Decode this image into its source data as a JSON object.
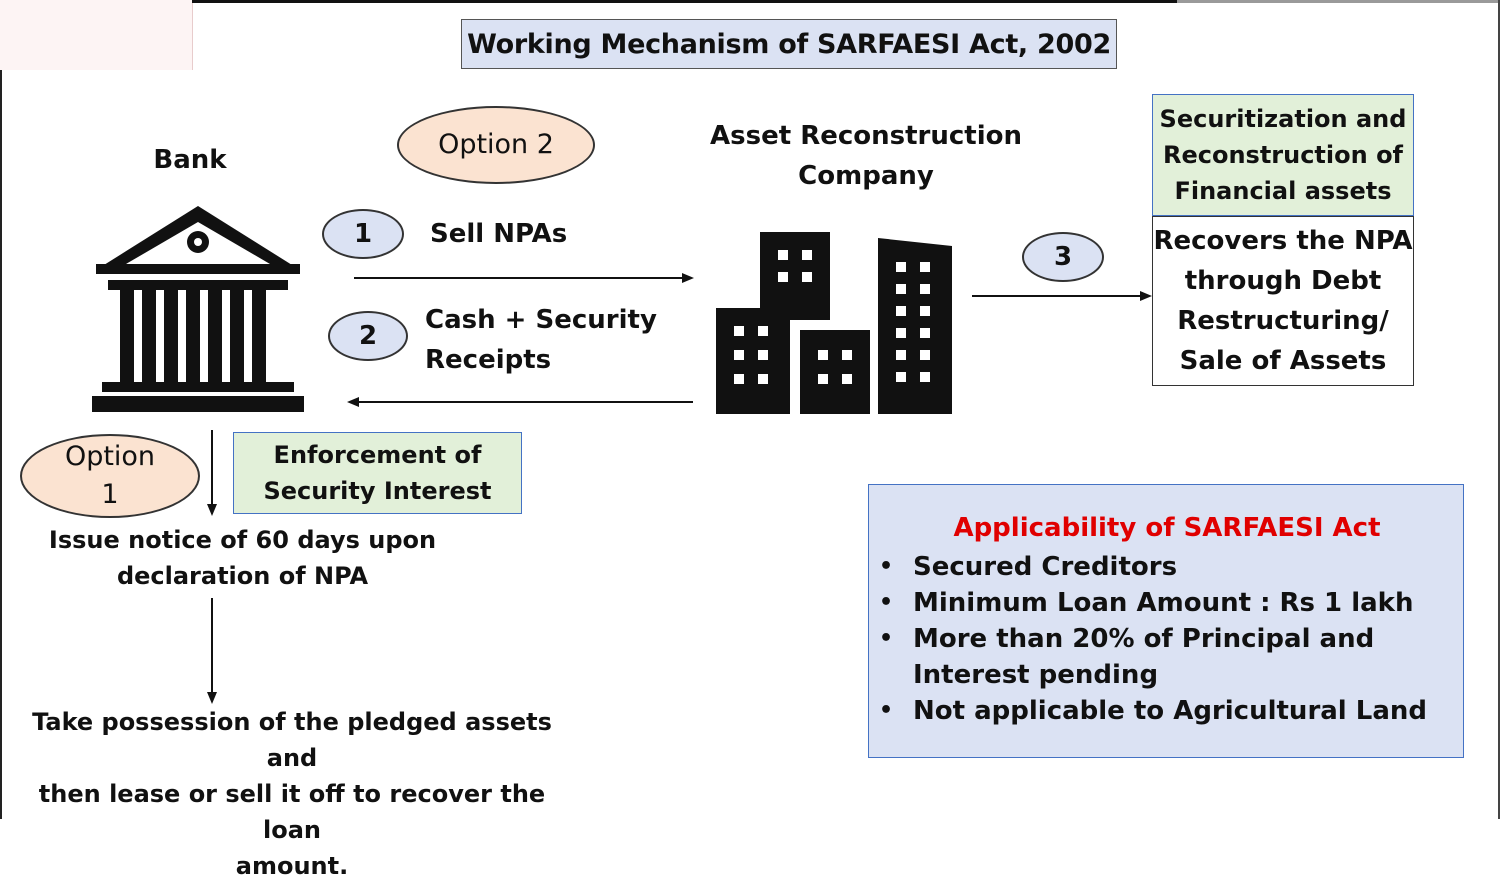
{
  "title": "Working Mechanism of SARFAESI Act, 2002",
  "bank_label": "Bank",
  "arc_label": [
    "Asset Reconstruction",
    "Company"
  ],
  "option2_label": "Option 2",
  "option1_label": [
    "Option",
    "1"
  ],
  "step1": {
    "num": "1",
    "label": "Sell NPAs"
  },
  "step2": {
    "num": "2",
    "label": [
      "Cash + Security",
      "Receipts"
    ]
  },
  "step3": {
    "num": "3"
  },
  "securitization_box": [
    "Securitization and",
    "Reconstruction of",
    "Financial assets"
  ],
  "recovers_box": [
    "Recovers the NPA",
    "through Debt",
    "Restructuring/",
    "Sale of Assets"
  ],
  "enforcement_box": [
    "Enforcement of",
    "Security Interest"
  ],
  "issue_notice": [
    "Issue notice of 60 days upon",
    "declaration of NPA"
  ],
  "take_possession": [
    "Take possession of the pledged assets and",
    "then lease or sell it off to recover the loan",
    "amount."
  ],
  "applicability": {
    "title": "Applicability of SARFAESI Act",
    "title_color": "#e00000",
    "items": [
      "Secured Creditors",
      "Minimum Loan Amount : Rs 1 lakh",
      "More than 20% of Principal and Interest pending",
      "Not applicable to Agricultural Land"
    ]
  },
  "icons": {
    "bank": "bank-building-icon",
    "arc": "office-buildings-icon"
  },
  "colors": {
    "title_bg": "#dbe2f3",
    "oval_bg": "#fbe3d1",
    "green_bg": "#e2f0d9",
    "box_border": "#4472c4"
  }
}
